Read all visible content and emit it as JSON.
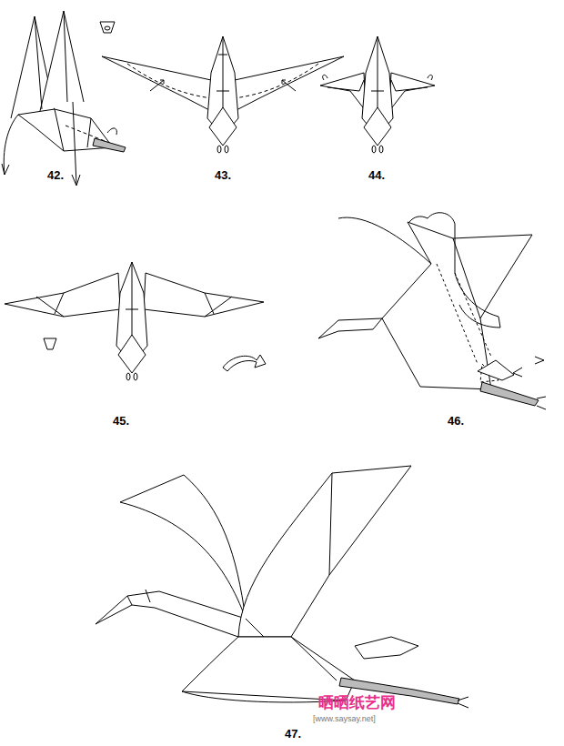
{
  "diagram": {
    "labels": [
      "42.",
      "43.",
      "44.",
      "45.",
      "46.",
      "47.",
      "晒晒纸艺网",
      "[www.saysay.net]"
    ]
  }
}
